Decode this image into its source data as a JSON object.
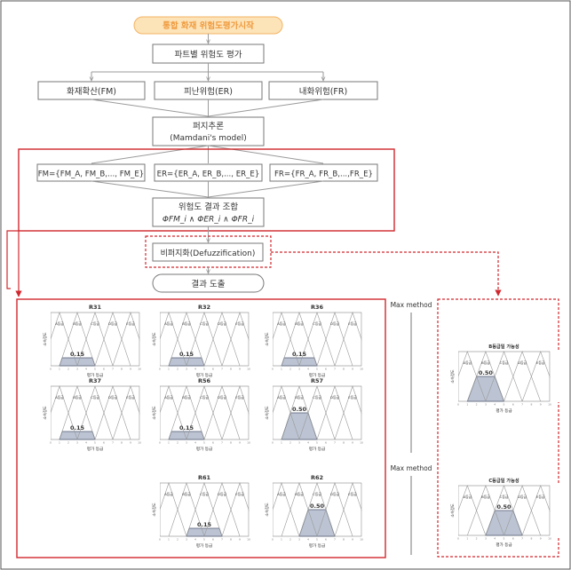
{
  "flow": {
    "start": "통합 화재 위험도평가시작",
    "partial": "파트별 위험도 평가",
    "branches": [
      "화재확산(FM)",
      "피난위험(ER)",
      "내화위험(FR)"
    ],
    "fuzzy": [
      "퍼지추론",
      "(Mamdani's model)"
    ],
    "fm_set": "FM={FM_A, FM_B,..., FM_E}",
    "er_set": "ER={ER_A, ER_B,..., ER_E}",
    "fr_set": "FR={FR_A, FR_B,...,FR_E}",
    "combine": [
      "위험도 결과 조합",
      "ΦFM_i ∧ ΦER_i ∧ ΦFR_i"
    ],
    "defuzz": "비퍼지화(Defuzzification)",
    "result": "결과 도출"
  },
  "method_labels": [
    "Max method",
    "Max method"
  ],
  "axis": {
    "ylabel": "소속정도",
    "xlabel": "평가 등급",
    "grades": [
      "A등급",
      "B등급",
      "C등급",
      "D등급",
      "E등급"
    ]
  },
  "colors": {
    "red": "#d0282e",
    "start_fill": "#fde3b8",
    "start_stroke": "#f3b363",
    "start_text": "#ef9b3f",
    "shade": "#bcc4d3"
  },
  "rules": [
    {
      "name": "R31",
      "value": "0.15",
      "level": 0.15,
      "grade": 1
    },
    {
      "name": "R32",
      "value": "0.15",
      "level": 0.15,
      "grade": 1
    },
    {
      "name": "R36",
      "value": "0.15",
      "level": 0.15,
      "grade": 1
    },
    {
      "name": "R37",
      "value": "0.15",
      "level": 0.15,
      "grade": 1
    },
    {
      "name": "R56",
      "value": "0.15",
      "level": 0.15,
      "grade": 1
    },
    {
      "name": "R57",
      "value": "0.50",
      "level": 0.5,
      "grade": 1
    },
    {
      "name": "R61",
      "value": "0.15",
      "level": 0.15,
      "grade": 2
    },
    {
      "name": "R62",
      "value": "0.50",
      "level": 0.5,
      "grade": 2
    }
  ],
  "outputs": [
    {
      "title": "B등급일 가능성",
      "value": "0.50",
      "level": 0.5,
      "grade": 1
    },
    {
      "title": "C등급일 가능성",
      "value": "0.50",
      "level": 0.5,
      "grade": 2
    }
  ]
}
